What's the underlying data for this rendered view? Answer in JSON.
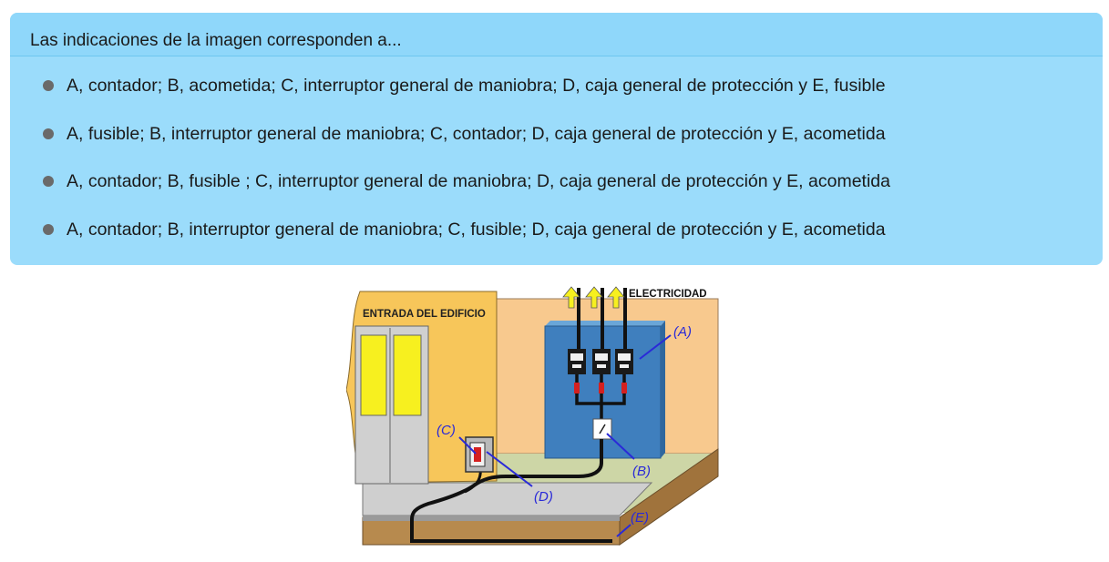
{
  "question": "Las indicaciones de la imagen corresponden a...",
  "options": [
    "A, contador; B, acometida; C, interruptor general de maniobra; D, caja general de protección y E, fusible",
    "A, fusible; B, interruptor general de maniobra; C, contador; D, caja general de protección y E, acometida",
    "A, contador; B, fusible ; C, interruptor general de maniobra; D, caja general de protección y E, acometida",
    "A, contador; B, interruptor general de maniobra; C, fusible; D, caja general de protección y E, acometida"
  ],
  "diagram": {
    "label_building_entrance": "ENTRADA DEL EDIFICIO",
    "label_electricity": "ELECTRICIDAD",
    "label_a": "(A)",
    "label_b": "(B)",
    "label_c": "(C)",
    "label_d": "(D)",
    "label_e": "(E)"
  },
  "colors": {
    "panel_bg": "#9bdcfb",
    "header_bg": "#8fd7fa",
    "annotation_blue": "#2a2ad8",
    "meter_box_blue": "#3f7fbe",
    "wall_orange": "#f8c98e",
    "building_yellow": "#f7c65a",
    "ground_brown": "#b78a4e"
  }
}
